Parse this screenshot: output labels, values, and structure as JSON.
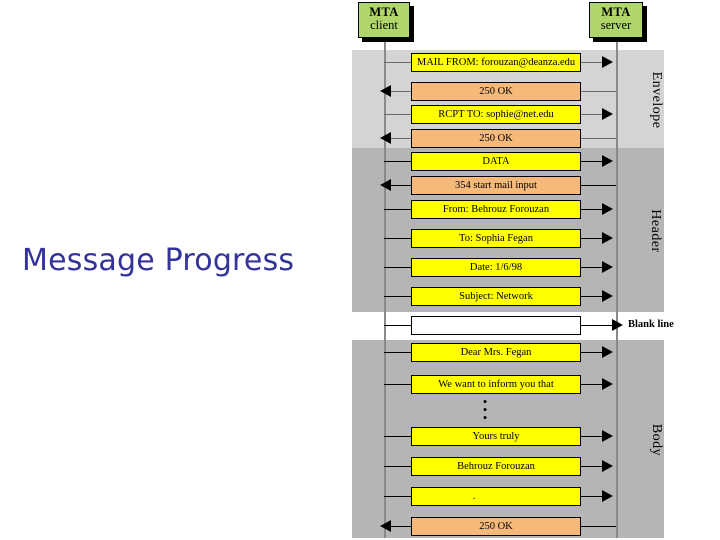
{
  "slide": {
    "title": "Message Progress",
    "title_color": "#333399"
  },
  "diagram": {
    "nodes": {
      "client": {
        "line1": "MTA",
        "line2": "client"
      },
      "server": {
        "line1": "MTA",
        "line2": "server"
      }
    },
    "section_labels": {
      "envelope": "Envelope",
      "header": "Header",
      "blank_line": "Blank line",
      "body": "Body"
    },
    "colors": {
      "node_fill": "#b0d56a",
      "to_server_fill": "#ffff00",
      "to_client_fill": "#f5b97a",
      "blank_fill": "#ffffff",
      "band_envelope": "#d4d4d4",
      "band_header": "#b5b5b5",
      "band_body": "#b5b5b5"
    },
    "messages": [
      {
        "text": "MAIL FROM: forouzan@deanza.edu",
        "direction": "to-server",
        "section": "envelope"
      },
      {
        "text": "250 OK",
        "direction": "to-client",
        "section": "envelope"
      },
      {
        "text": "RCPT TO: sophie@net.edu",
        "direction": "to-server",
        "section": "envelope"
      },
      {
        "text": "250 OK",
        "direction": "to-client",
        "section": "envelope"
      },
      {
        "text": "DATA",
        "direction": "to-server",
        "section": "header"
      },
      {
        "text": "354 start mail input",
        "direction": "to-client",
        "section": "header"
      },
      {
        "text": "From: Behrouz Forouzan",
        "direction": "to-server",
        "section": "header"
      },
      {
        "text": "To: Sophia Fegan",
        "direction": "to-server",
        "section": "header"
      },
      {
        "text": "Date: 1/6/98",
        "direction": "to-server",
        "section": "header"
      },
      {
        "text": "Subject: Network",
        "direction": "to-server",
        "section": "header"
      },
      {
        "text": "",
        "direction": "to-server",
        "section": "blank"
      },
      {
        "text": "Dear Mrs. Fegan",
        "direction": "to-server",
        "section": "body"
      },
      {
        "text": "We want to inform you that",
        "direction": "to-server",
        "section": "body"
      },
      {
        "text": "Yours truly",
        "direction": "to-server",
        "section": "body"
      },
      {
        "text": "Behrouz Forouzan",
        "direction": "to-server",
        "section": "body"
      },
      {
        "text": ".",
        "direction": "to-server",
        "section": "body"
      },
      {
        "text": "250 OK",
        "direction": "to-client",
        "section": "body"
      }
    ]
  }
}
